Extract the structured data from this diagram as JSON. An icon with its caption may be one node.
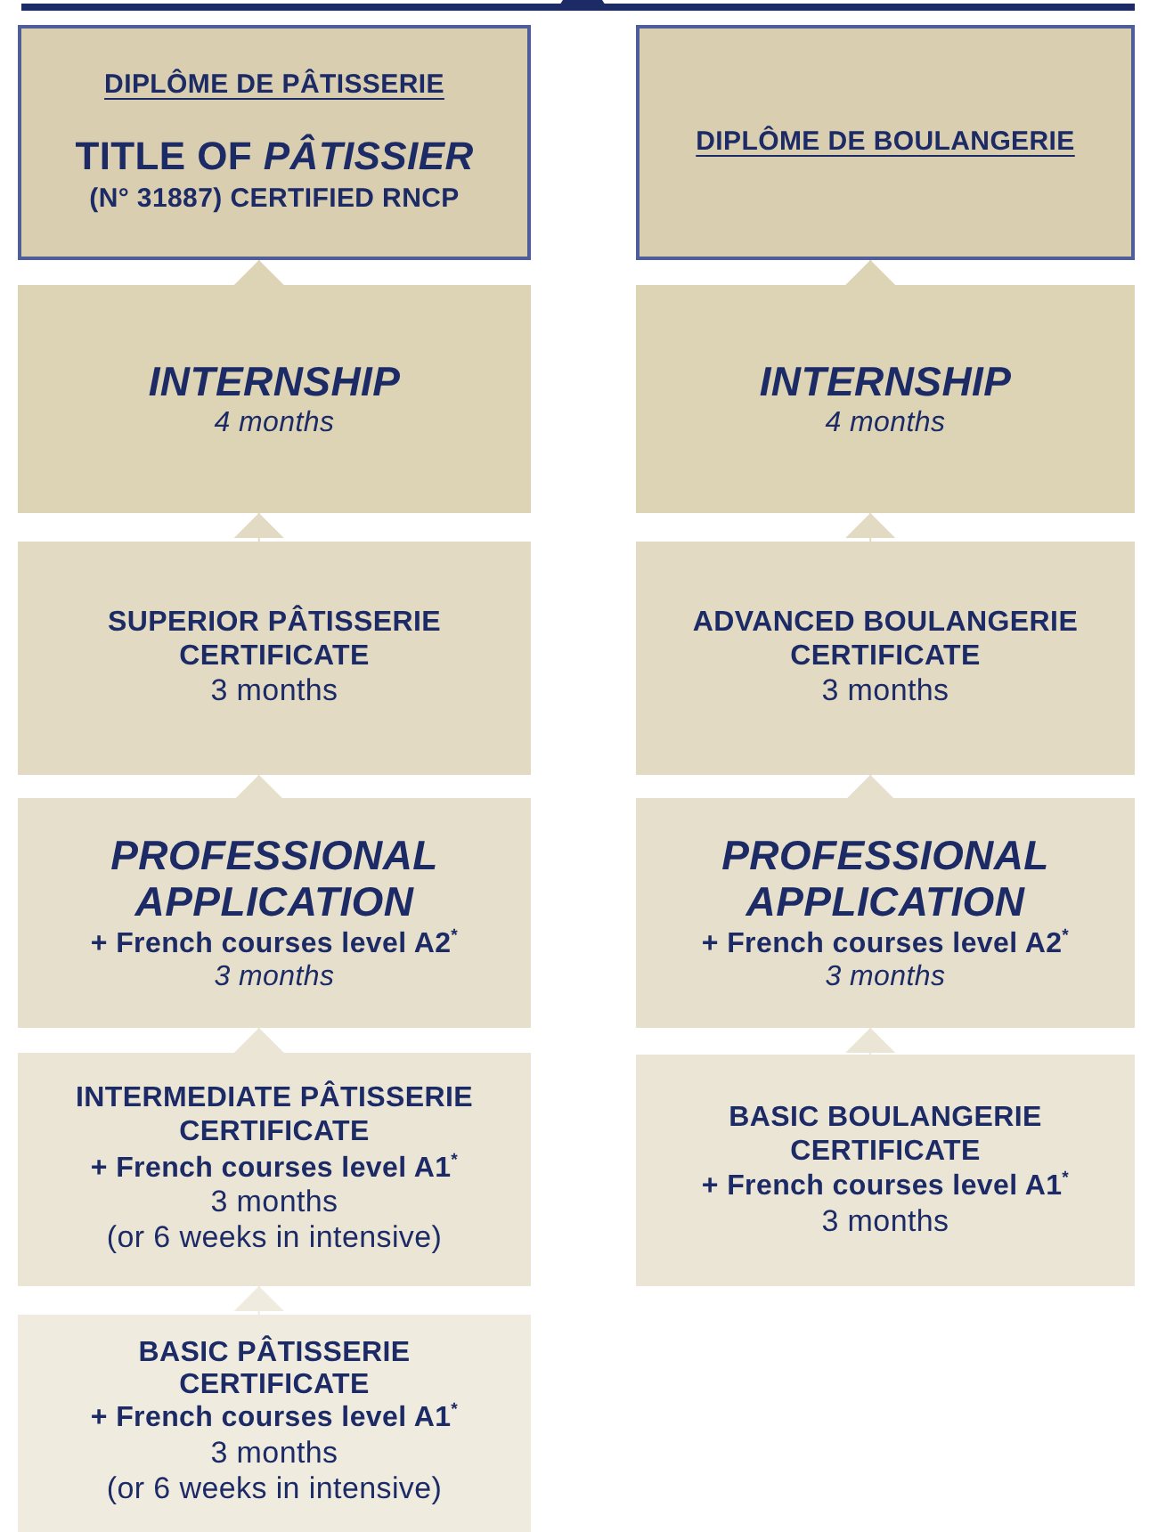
{
  "diagram": {
    "nodes": [
      {
        "text": [
          "DIPLÔME DE PÂTISSERIE",
          "TITLE OF *PÂTISSIER*",
          "(N° 31887) CERTIFIED RNCP"
        ]
      },
      {
        "text": [
          "DIPLÔME DE BOULANGERIE"
        ]
      },
      {
        "text": [
          "INTERNSHIP",
          "4 months"
        ]
      },
      {
        "text": [
          "INTERNSHIP",
          "4 months"
        ]
      },
      {
        "text": [
          "SUPERIOR PÂTISSERIE CERTIFICATE",
          "3 months"
        ]
      },
      {
        "text": [
          "ADVANCED BOULANGERIE CERTIFICATE",
          "3 months"
        ]
      },
      {
        "text": [
          "PROFESSIONAL APPLICATION",
          "+ French courses level A2$^{*}$",
          "3 months"
        ]
      },
      {
        "text": [
          "PROFESSIONAL APPLICATION",
          "+ French courses level A2$^{*}$",
          "3 months"
        ]
      },
      {
        "text": [
          "INTERMEDIATE PÂTISSERIE CERTIFICATE",
          "+ French courses level A1$^{*}$",
          "3 months",
          "(or 6 weeks in intensive)"
        ]
      },
      {
        "text": [
          "BASIC BOULANGERIE CERTIFICATE",
          "+ French courses level A1$^{*}$",
          "3 months"
        ]
      },
      {
        "text": [
          "BASIC PÂTISSERIE CERTIFICATE",
          "+ French courses level A1$^{*}$",
          "3 months",
          "(or 6 weeks in intensive)"
        ]
      }
    ],
    "edges": [
      {
        "from": 2,
        "to": 0,
        "arrow": "to"
      },
      {
        "from": 3,
        "to": 1,
        "arrow": "to"
      },
      {
        "from": 4,
        "to": 2,
        "arrow": "to"
      },
      {
        "from": 5,
        "to": 3,
        "arrow": "to"
      },
      {
        "from": 6,
        "to": 4,
        "arrow": "to"
      },
      {
        "from": 7,
        "to": 5,
        "arrow": "to"
      },
      {
        "from": 8,
        "to": 6,
        "arrow": "to"
      },
      {
        "from": 9,
        "to": 7,
        "arrow": "to"
      },
      {
        "from": 10,
        "to": 8,
        "arrow": "to"
      }
    ]
  }
}
